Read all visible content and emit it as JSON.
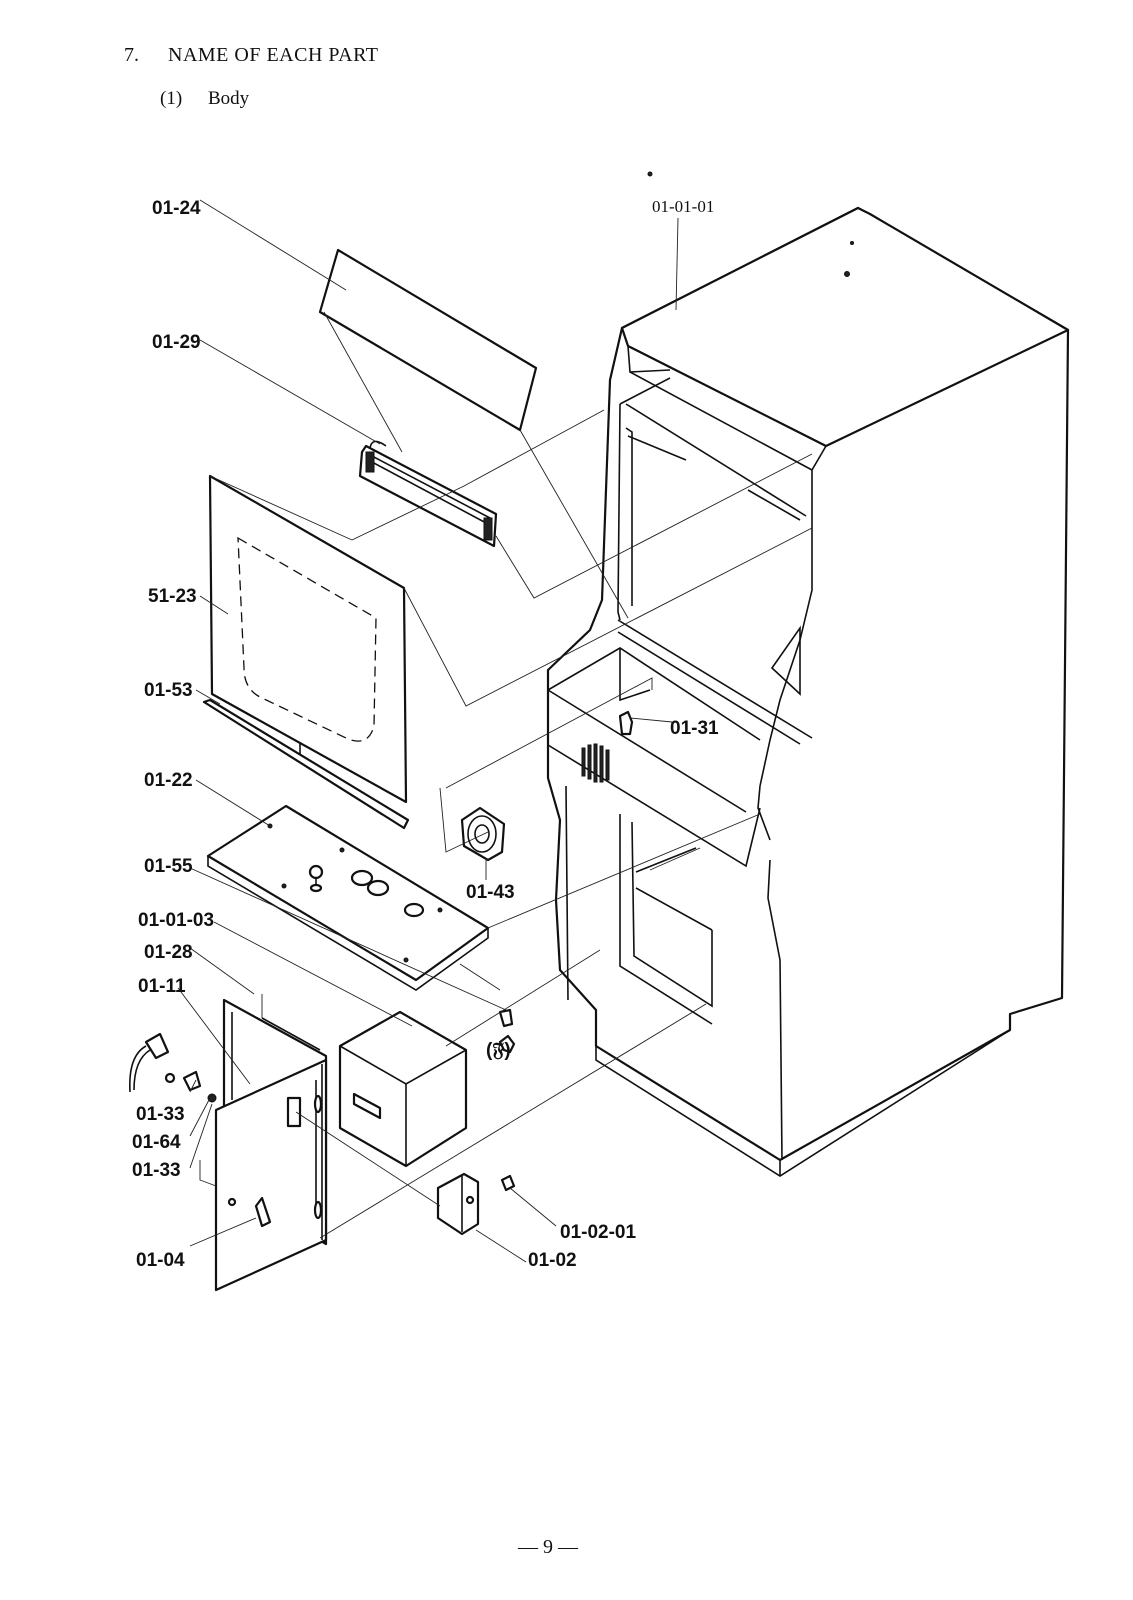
{
  "header": {
    "section_number": "7.",
    "section_title": "NAME OF EACH PART",
    "subsection_number": "(1)",
    "subsection_title": "Body"
  },
  "labels": {
    "cabinet": "01-01-01",
    "marquee": "01-24",
    "lamp": "01-29",
    "monitor_glass": "51-23",
    "glass_holder": "01-53",
    "control_panel": "01-22",
    "panel_bracket": "01-55",
    "coin_door_frame": "01-01-03",
    "cash_box": "01-28",
    "counter": "01-11",
    "lock_nut_a": "01-33",
    "lock_washer": "01-64",
    "lock_nut_b": "01-33",
    "door_lock": "01-04",
    "coin_mech": "01-02",
    "coin_mech_part": "01-02-01",
    "speaker": "01-43",
    "latch": "01-31",
    "latch_alt": "(𝔉)"
  },
  "footer": {
    "page_number": "— 9 —"
  }
}
